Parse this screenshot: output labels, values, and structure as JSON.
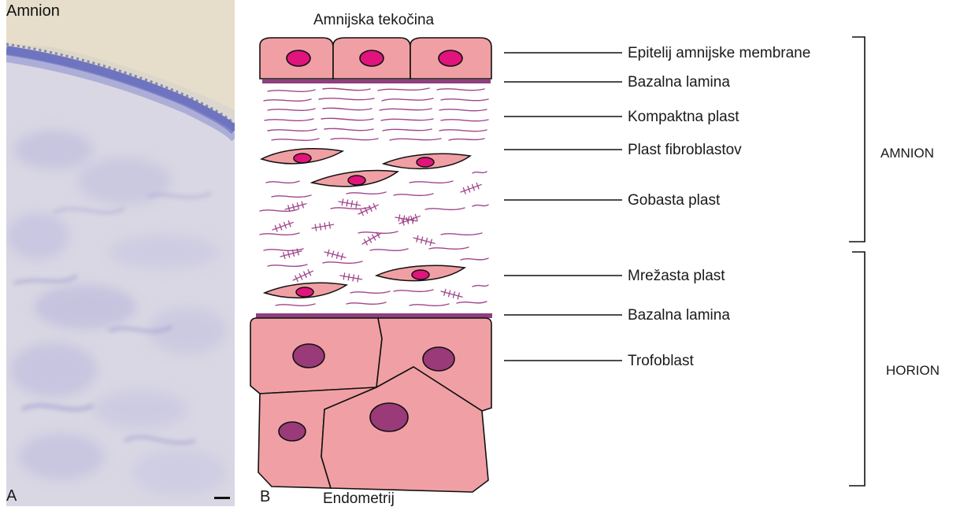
{
  "panel_a": {
    "title": "Amnion",
    "letter": "A"
  },
  "panel_b": {
    "letter": "B",
    "top_label": "Amnijska tekočina",
    "bottom_label": "Endometrij",
    "layers": [
      "Epitelij amnijske membrane",
      "Bazalna lamina",
      "Kompaktna plast",
      "Plast fibroblastov",
      "Gobasta plast",
      "Mrežasta plast",
      "Bazalna lamina",
      "Trofoblast"
    ],
    "groups": [
      "AMNION",
      "HORION"
    ]
  },
  "colors": {
    "cell_fill": "#f0a0a4",
    "nucleus_epithelium": "#e0147c",
    "nucleus_trophoblast": "#9b3a78",
    "fiber": "#a0458a",
    "lamina": "#8e3f7e",
    "micrograph_bg": "#e8dfc8",
    "micrograph_stain": "#7a7fc4"
  }
}
